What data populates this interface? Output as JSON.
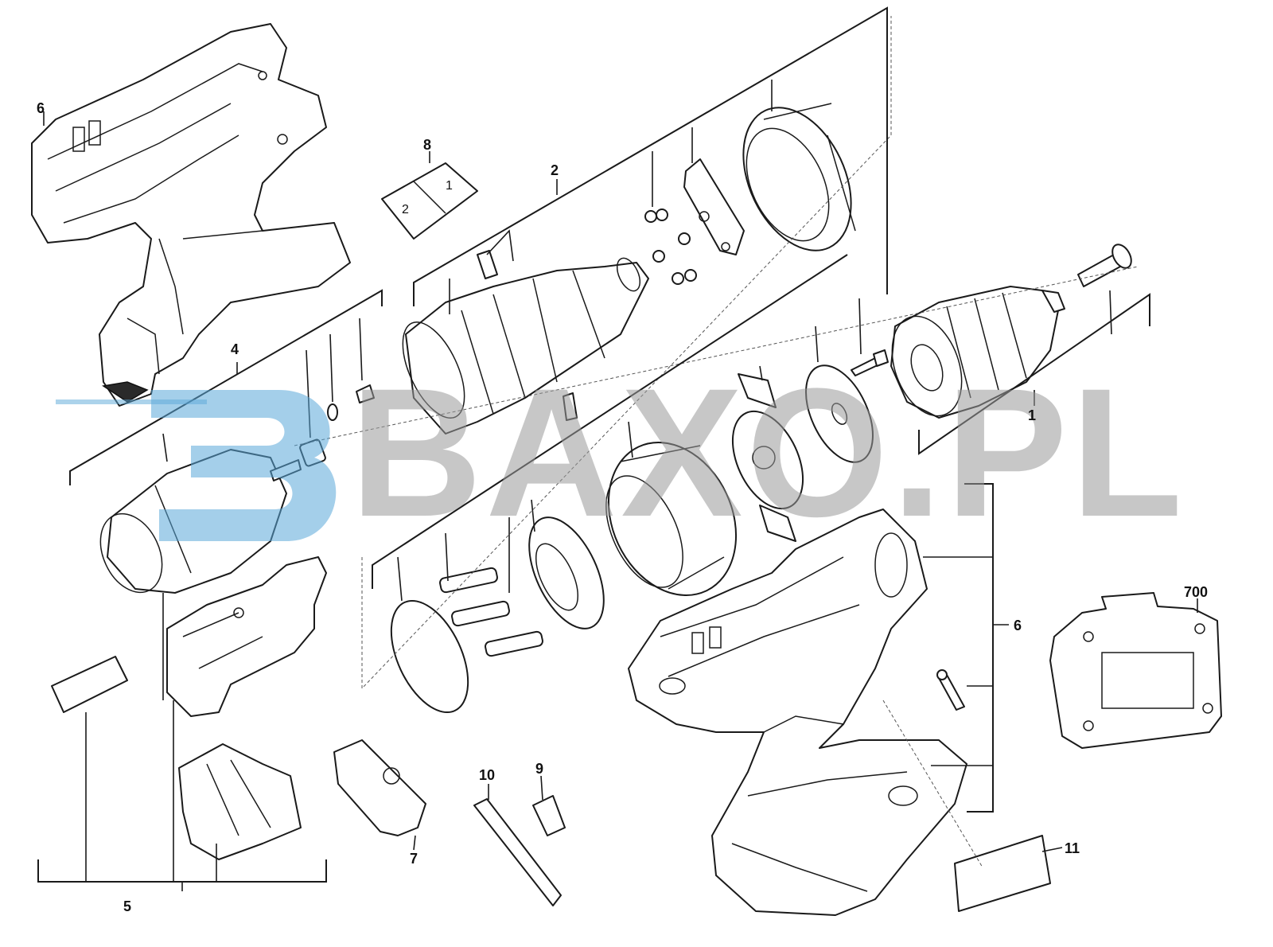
{
  "callouts": {
    "c1": "1",
    "c2": "2",
    "c4": "4",
    "c5": "5",
    "c6_top": "6",
    "c6_right": "6",
    "c7": "7",
    "c8": "8",
    "c9": "9",
    "c10": "10",
    "c11": "11",
    "c700": "700"
  },
  "watermark": {
    "text": "BAXO.PL",
    "logo_color": "#5aa7d8",
    "text_color": "#9a9a9a"
  },
  "switch_cover": {
    "label_1": "1",
    "label_2": "2"
  }
}
